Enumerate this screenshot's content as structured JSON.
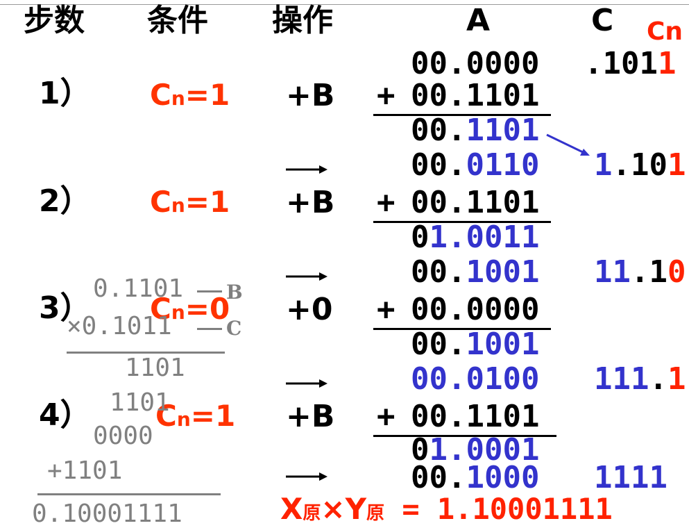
{
  "headers": {
    "step": "步数",
    "condition": "条件",
    "operation": "操作",
    "A": "A",
    "C": "C",
    "cn": "Cn"
  },
  "steps": [
    {
      "label": "1）",
      "cond_c": "C",
      "cond_n": "n",
      "cond_v": "=1",
      "op": "+B"
    },
    {
      "label": "2）",
      "cond_c": "C",
      "cond_n": "n",
      "cond_v": "=1",
      "op": "+B"
    },
    {
      "label": "3）",
      "cond_c": "C",
      "cond_n": "n",
      "cond_v": "=0",
      "op": "+0"
    },
    {
      "label": "4）",
      "cond_c": "C",
      "cond_n": "n",
      "cond_v": "=1",
      "op": "+B"
    }
  ],
  "A_column": {
    "r0": "00.0000",
    "r1_sign": "+",
    "r1": "00.1101",
    "r2_black": "00.",
    "r2_blue": "1101",
    "r3_black": "00.",
    "r3_blue": "0110",
    "r4_sign": "+",
    "r4": "00.1101",
    "r5_black": "0",
    "r5_blue": "1.0011",
    "r6_black": "00.",
    "r6_blue": "1001",
    "r7_sign": "+",
    "r7": "00.0000",
    "r8_black": "00.",
    "r8_blue": "1001",
    "r9_blue": "00.0100",
    "r10_sign": "+",
    "r10": "00.1101",
    "r11_black": "0",
    "r11_blue": "1.0001",
    "r12_black": "00.",
    "r12_blue": "1000"
  },
  "C_column": {
    "c0_black": ".101",
    "c0_red": "1",
    "c1_blue": "1",
    "c1_black": ".10",
    "c1_red": "1",
    "c2_blue": "11",
    "c2_black": ".1",
    "c2_red": "0",
    "c3_blue": "111",
    "c3_black": ".",
    "c3_red": "1",
    "c4_blue": "1111"
  },
  "result": {
    "x": "X",
    "x_sub": "原",
    "times": "×",
    "y": "Y",
    "y_sub": "原",
    "eq": " = ",
    "value": "1.10001111"
  },
  "manual": {
    "m1": "0.1101",
    "m1_tag": "B",
    "m2": "×0.1011",
    "m2_tag": "C",
    "p1": "1101",
    "p2": "1101",
    "p3": "0000",
    "p4": "+1101",
    "total": "0.10001111"
  },
  "colors": {
    "blue": "#3333cc",
    "red": "#ff2200",
    "orange": "#ff3300",
    "gray": "#808080"
  }
}
